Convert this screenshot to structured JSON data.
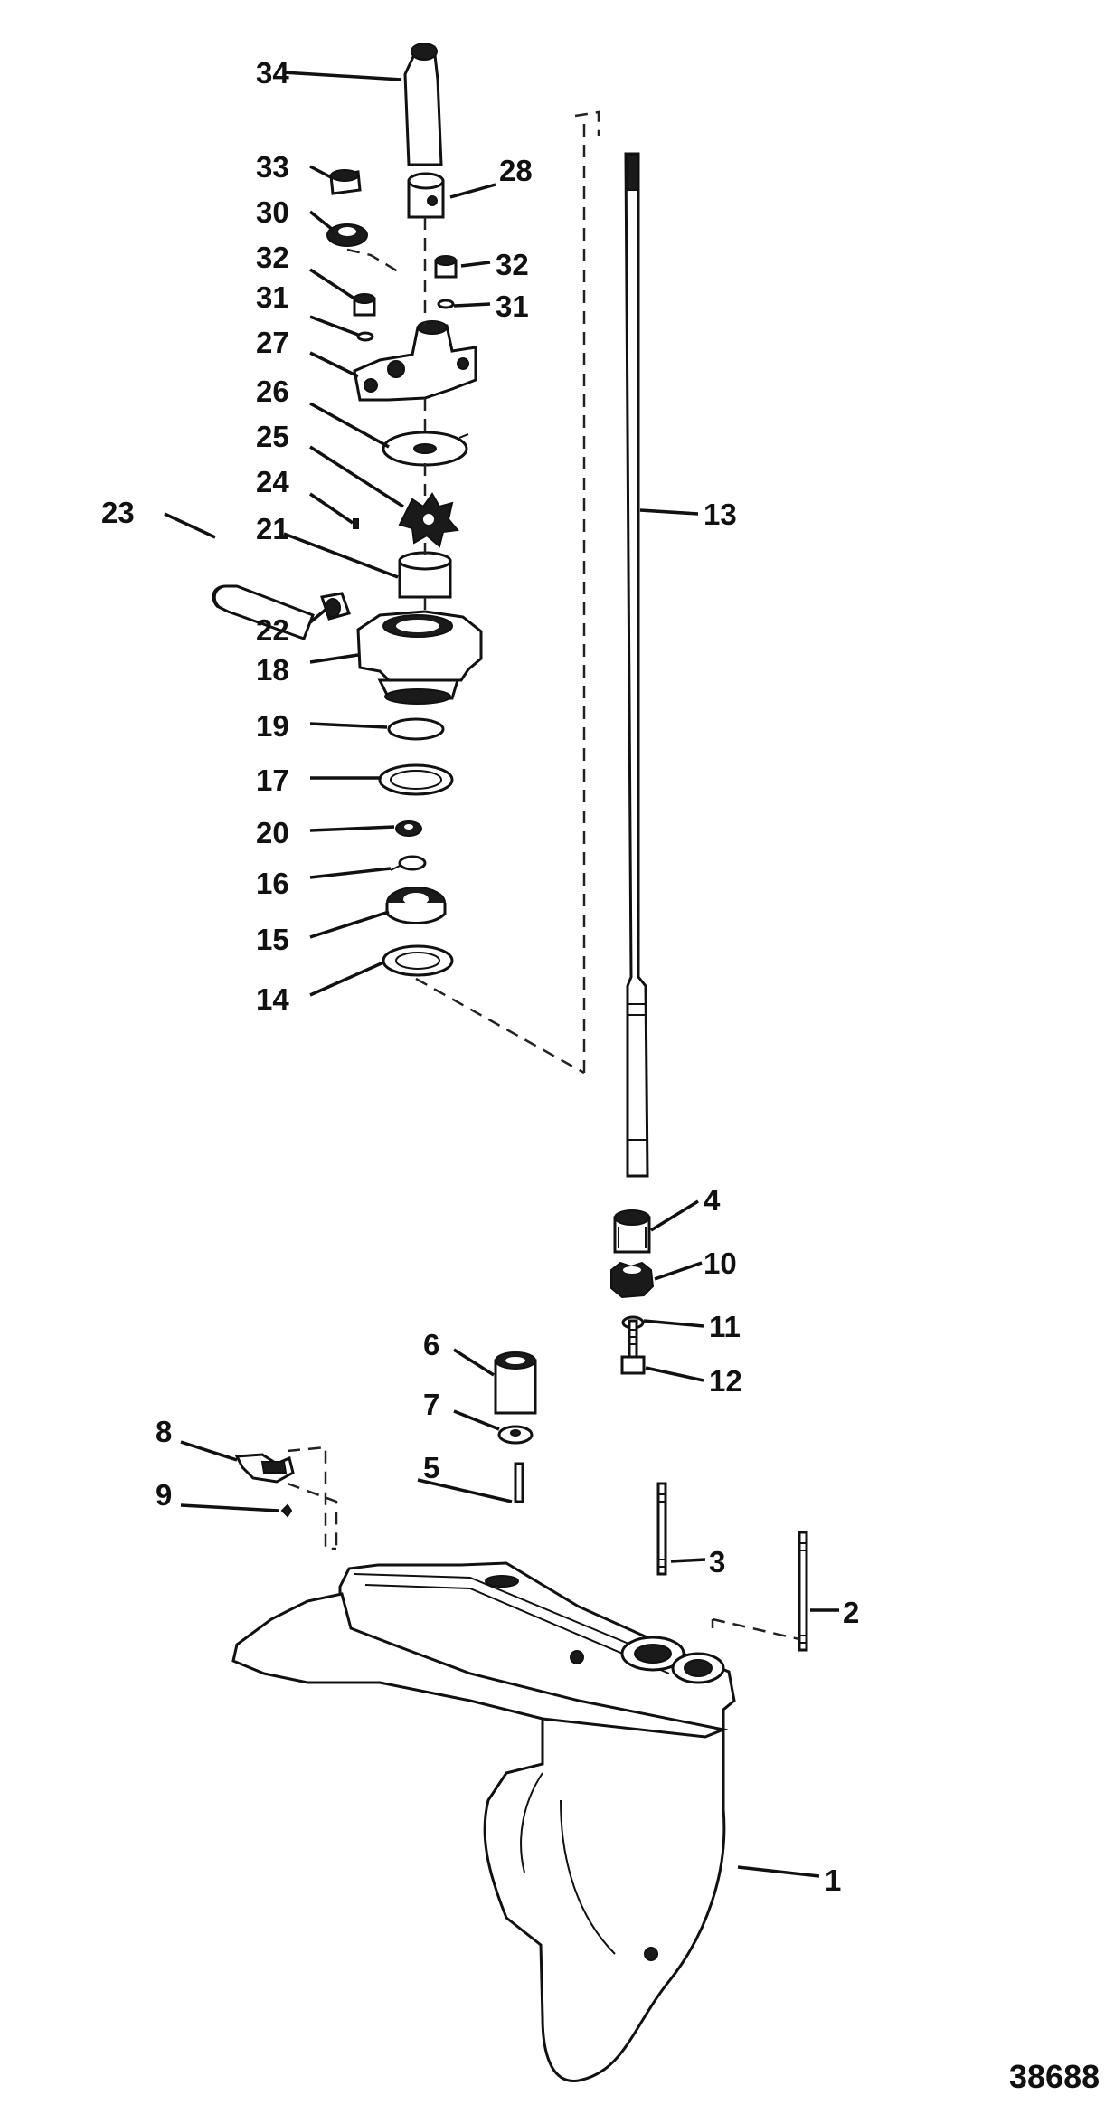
{
  "figure_number": "38688",
  "callouts": [
    "1",
    "2",
    "3",
    "4",
    "5",
    "6",
    "7",
    "8",
    "9",
    "10",
    "11",
    "12",
    "13",
    "14",
    "15",
    "16",
    "17",
    "18",
    "19",
    "20",
    "21",
    "22",
    "23",
    "24",
    "25",
    "26",
    "27",
    "28",
    "30",
    "31",
    "32",
    "33",
    "34"
  ],
  "colors": {
    "ink": "#111111",
    "paper": "#ffffff"
  }
}
